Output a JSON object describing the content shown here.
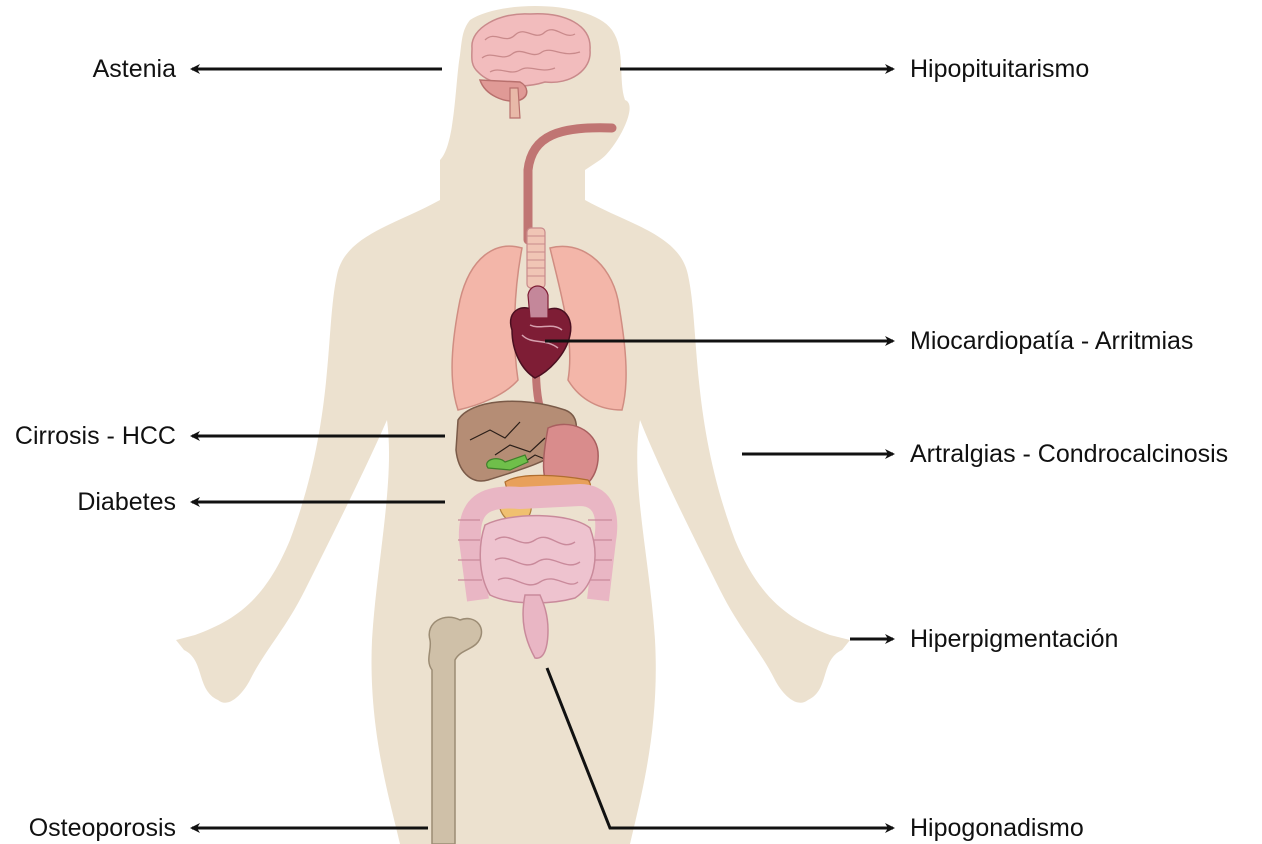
{
  "colors": {
    "body": "#ece1cf",
    "brain": "#f2bcbd",
    "cerebellum": "#e09a96",
    "esophagus": "#c07573",
    "lungs": "#f3b6a9",
    "heart": "#7e1d35",
    "liver": "#b58d75",
    "stomach": "#d98c8c",
    "intestine": "#e9b6c4",
    "pancreas": "#e8a05b",
    "gallbladder": "#6fbf4a",
    "bone": "#cfc0a8",
    "arrow": "#111111"
  },
  "labels": {
    "astenia": "Astenia",
    "hipopituitarismo": "Hipopituitarismo",
    "miocardiopatia": "Miocardiopatía - Arritmias",
    "cirrosis": "Cirrosis - HCC",
    "artralgias": "Artralgias - Condrocalcinosis",
    "diabetes": "Diabetes",
    "hiperpigmentacion": "Hiperpigmentación",
    "osteoporosis": "Osteoporosis",
    "hipogonadismo": "Hipogonadismo"
  },
  "icons": {
    "brain": "brain-icon",
    "heart": "heart-icon",
    "liver": "liver-icon",
    "bone": "femur-icon"
  }
}
